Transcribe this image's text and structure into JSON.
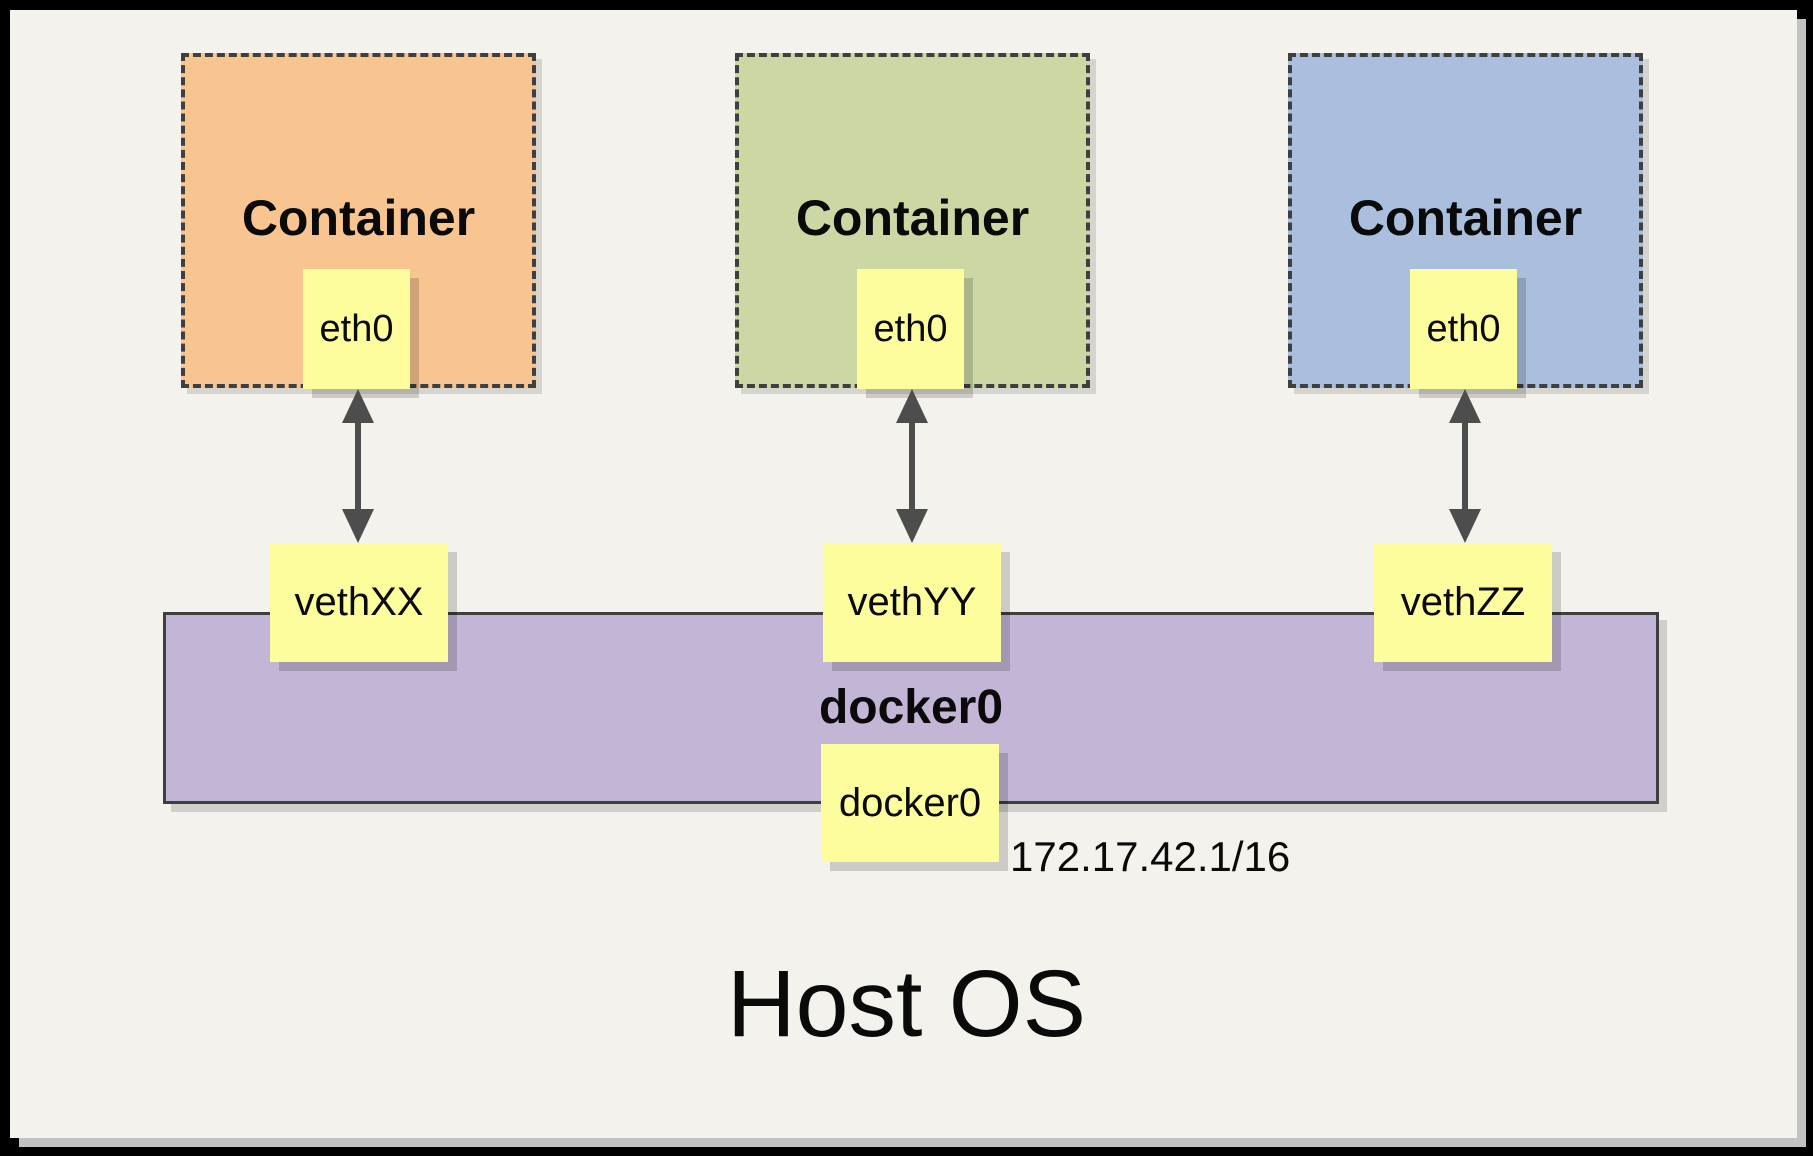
{
  "containers": [
    {
      "label": "Container",
      "interface_label": "eth0",
      "fill": "#F8C48F"
    },
    {
      "label": "Container",
      "interface_label": "eth0",
      "fill": "#CBD8A4"
    },
    {
      "label": "Container",
      "interface_label": "eth0",
      "fill": "#AABFDD"
    }
  ],
  "veths": [
    {
      "label": "vethXX"
    },
    {
      "label": "vethYY"
    },
    {
      "label": "vethZZ"
    }
  ],
  "bridge": {
    "label": "docker0",
    "interface_label": "docker0",
    "ip": "172.17.42.1/16",
    "fill": "#C2B5D6"
  },
  "host": {
    "label": "Host OS"
  },
  "colors": {
    "canvas": "#F4F2EC",
    "frame": "#000000",
    "note_yellow": "#FDFD9E",
    "border_dark": "#3F3F3F",
    "arrow": "#4D4D4D",
    "shadow": "#C2C2C2"
  }
}
